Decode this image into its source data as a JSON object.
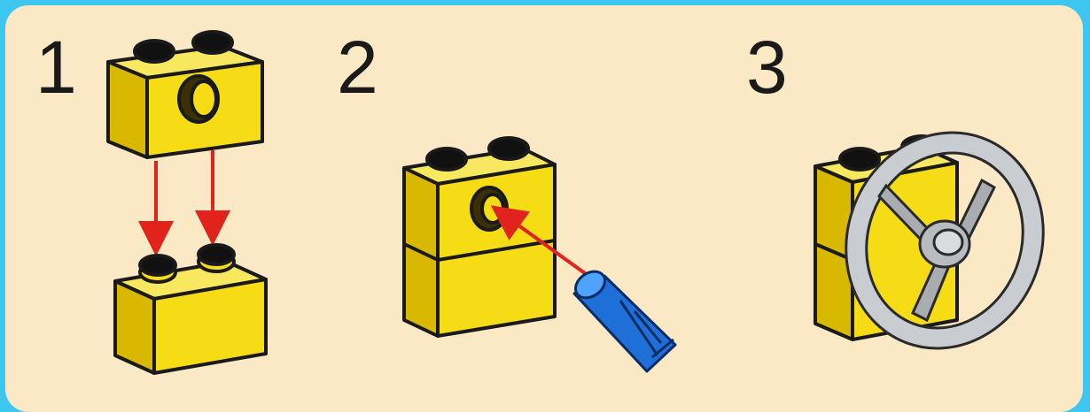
{
  "steps": [
    {
      "number": "1"
    },
    {
      "number": "2"
    },
    {
      "number": "3"
    }
  ],
  "colors": {
    "frame": "#3fc6f0",
    "background": "#fbe8c4",
    "brick": "#f6dc15",
    "brick_side": "#d8b800",
    "arrow": "#e0231c",
    "pin": "#1f6fd8",
    "wheel": "#b8bcc0"
  }
}
